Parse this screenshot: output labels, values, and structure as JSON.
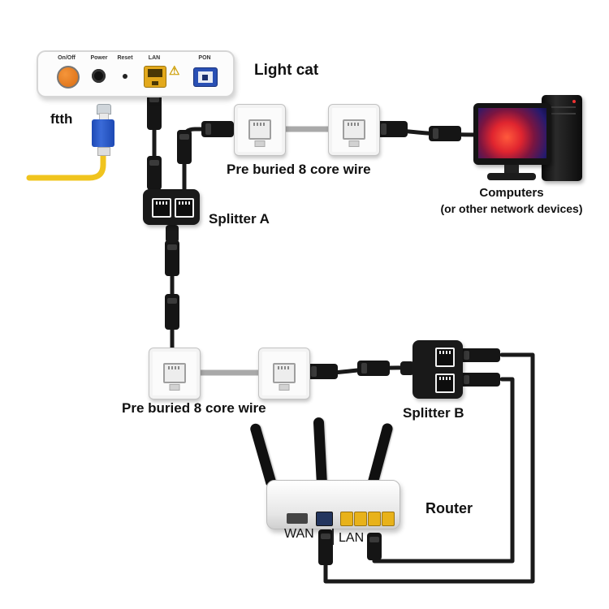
{
  "colors": {
    "cable_black": "#1a1a1a",
    "buried_wire_grey": "#a9a9a9",
    "fiber_yellow": "#f0c41e",
    "lan_port_yellow": "#e3a91c",
    "pon_port_blue": "#2a50b4",
    "onoff_button_orange": "#e0811f"
  },
  "icons": {
    "warning": "⚠"
  },
  "diagram": {
    "onu": {
      "label": "Light cat",
      "ports": {
        "onoff": "On/Off",
        "power": "Power",
        "reset": "Reset",
        "lan": "LAN",
        "pon": "PON"
      }
    },
    "fiber": {
      "label": "ftth"
    },
    "run1": {
      "label": "Pre buried 8 core wire"
    },
    "splitter_a": {
      "label": "Splitter A"
    },
    "computers": {
      "line1": "Computers",
      "line2": "(or other network devices)"
    },
    "run2": {
      "label": "Pre buried 8 core wire"
    },
    "splitter_b": {
      "label": "Splitter B"
    },
    "router": {
      "label": "Router",
      "wan": "WAN",
      "lan": "LAN"
    }
  }
}
